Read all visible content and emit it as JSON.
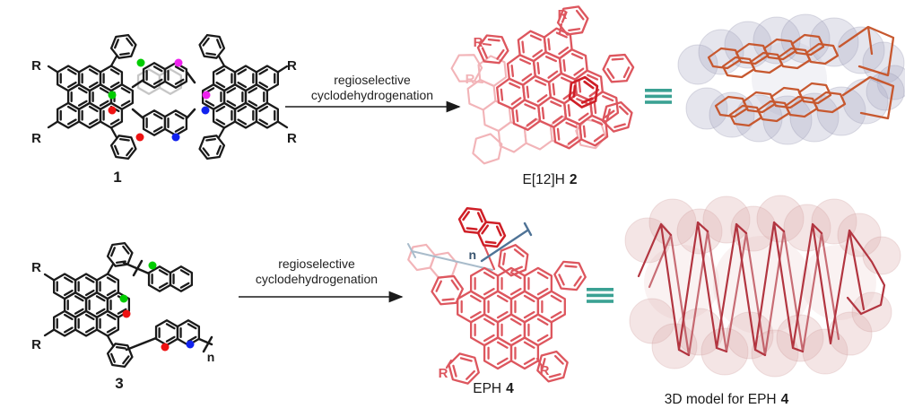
{
  "labels": {
    "substituent": "R",
    "repeat_index": "n",
    "compound_1": "1",
    "compound_3": "3",
    "product_2_name": "E[12]H",
    "product_2_number": "2",
    "product_4_name": "EPH",
    "product_4_number": "4",
    "model_4_caption": "3D model for EPH",
    "model_4_caption_number": "4"
  },
  "arrows": [
    {
      "line1": "regioselective",
      "line2": "cyclodehydrogenation"
    },
    {
      "line1": "regioselective",
      "line2": "cyclodehydrogenation"
    }
  ],
  "colors": {
    "structure_black": "#1a1a1a",
    "ghost_gray": "#c6c6c6",
    "product_red": "#dd565e",
    "product_red_pale": "#f2b4b8",
    "product_red_dark": "#cf1f27",
    "equivalence_teal": "#3aa193",
    "bracket_blue": "#4f7396",
    "bracket_blue_pale": "#a9bccb",
    "dot_green": "#00cc00",
    "dot_red": "#ee1111",
    "dot_magenta": "#ee22ee",
    "dot_blue": "#1122ee",
    "model_2_stick": "#c7582f",
    "model_2_surface": "#a8a8c2",
    "model_4_stick": "#b23540",
    "model_4_surface": "#dcaaaa"
  }
}
